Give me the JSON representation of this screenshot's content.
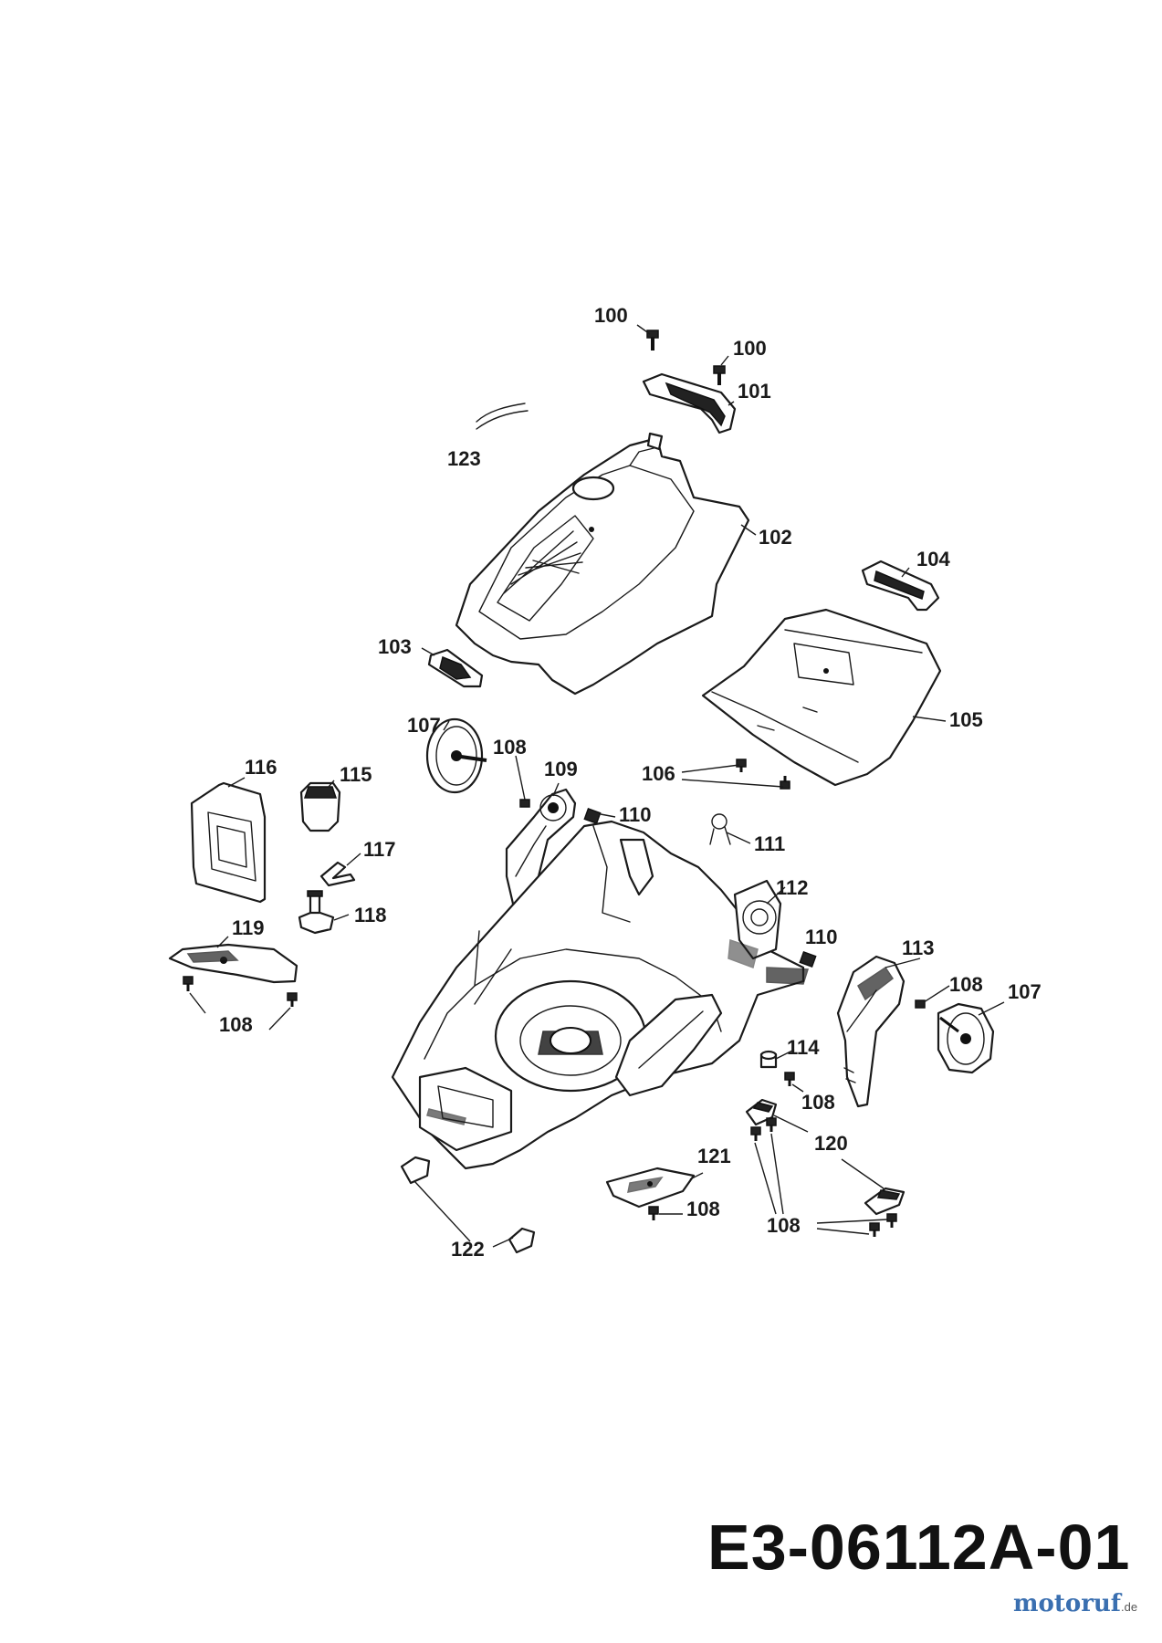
{
  "diagram": {
    "drawing_code": "E3-06112A-01",
    "watermark": "motoruf",
    "watermark_suffix": ".de",
    "callouts": [
      {
        "id": "c100a",
        "label": "100"
      },
      {
        "id": "c100b",
        "label": "100"
      },
      {
        "id": "c101",
        "label": "101"
      },
      {
        "id": "c123",
        "label": "123"
      },
      {
        "id": "c102",
        "label": "102"
      },
      {
        "id": "c104",
        "label": "104"
      },
      {
        "id": "c103",
        "label": "103"
      },
      {
        "id": "c105",
        "label": "105"
      },
      {
        "id": "c107a",
        "label": "107"
      },
      {
        "id": "c108a",
        "label": "108"
      },
      {
        "id": "c109",
        "label": "109"
      },
      {
        "id": "c106",
        "label": "106"
      },
      {
        "id": "c116",
        "label": "116"
      },
      {
        "id": "c115",
        "label": "115"
      },
      {
        "id": "c110a",
        "label": "110"
      },
      {
        "id": "c111",
        "label": "111"
      },
      {
        "id": "c117",
        "label": "117"
      },
      {
        "id": "c112",
        "label": "112"
      },
      {
        "id": "c118",
        "label": "118"
      },
      {
        "id": "c119",
        "label": "119"
      },
      {
        "id": "c110b",
        "label": "110"
      },
      {
        "id": "c113",
        "label": "113"
      },
      {
        "id": "c108b",
        "label": "108"
      },
      {
        "id": "c107b",
        "label": "107"
      },
      {
        "id": "c108c",
        "label": "108"
      },
      {
        "id": "c114",
        "label": "114"
      },
      {
        "id": "c108d",
        "label": "108"
      },
      {
        "id": "c120",
        "label": "120"
      },
      {
        "id": "c121",
        "label": "121"
      },
      {
        "id": "c108e",
        "label": "108"
      },
      {
        "id": "c108f",
        "label": "108"
      },
      {
        "id": "c122",
        "label": "122"
      }
    ]
  }
}
